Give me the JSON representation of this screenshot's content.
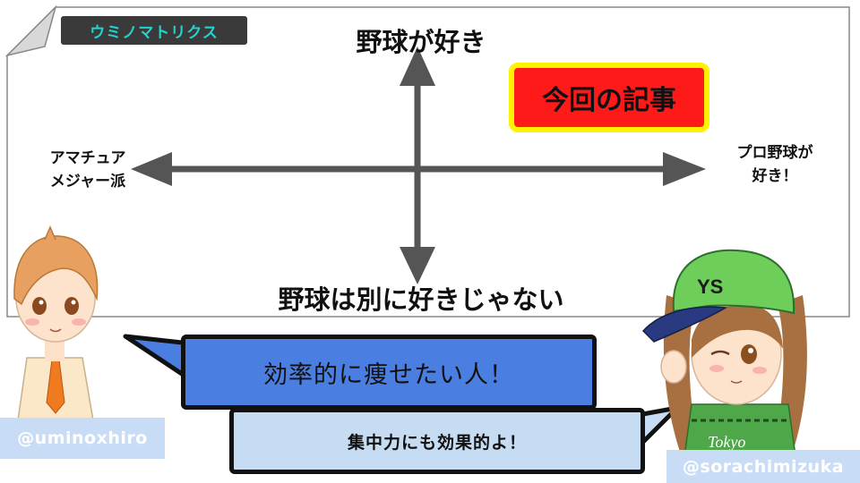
{
  "header": {
    "tag_label": "ウミノマトリクス"
  },
  "axes": {
    "top": "野球が好き",
    "bottom": "野球は別に好きじゃない",
    "left_line1": "アマチュア",
    "left_line2": "メジャー派",
    "right_line1": "プロ野球が",
    "right_line2": "好き！"
  },
  "badge": {
    "label": "今回の記事"
  },
  "speech": {
    "blue": "効率的に痩せたい人！",
    "light": "集中力にも効果的よ！"
  },
  "handles": {
    "left": "@uminoxhiro",
    "right": "@sorachimizuka"
  },
  "cap_text": "YS",
  "jersey_text": "Tokyo",
  "colors": {
    "tag_bg": "#3a3a3a",
    "tag_text": "#20d4cf",
    "badge_fill": "#ff1a1a",
    "badge_border": "#fff200",
    "speech_blue": "#4a7ee0",
    "speech_light": "#c6dcf2",
    "handle_bg": "#c9dcf5",
    "arrow": "#555555"
  }
}
